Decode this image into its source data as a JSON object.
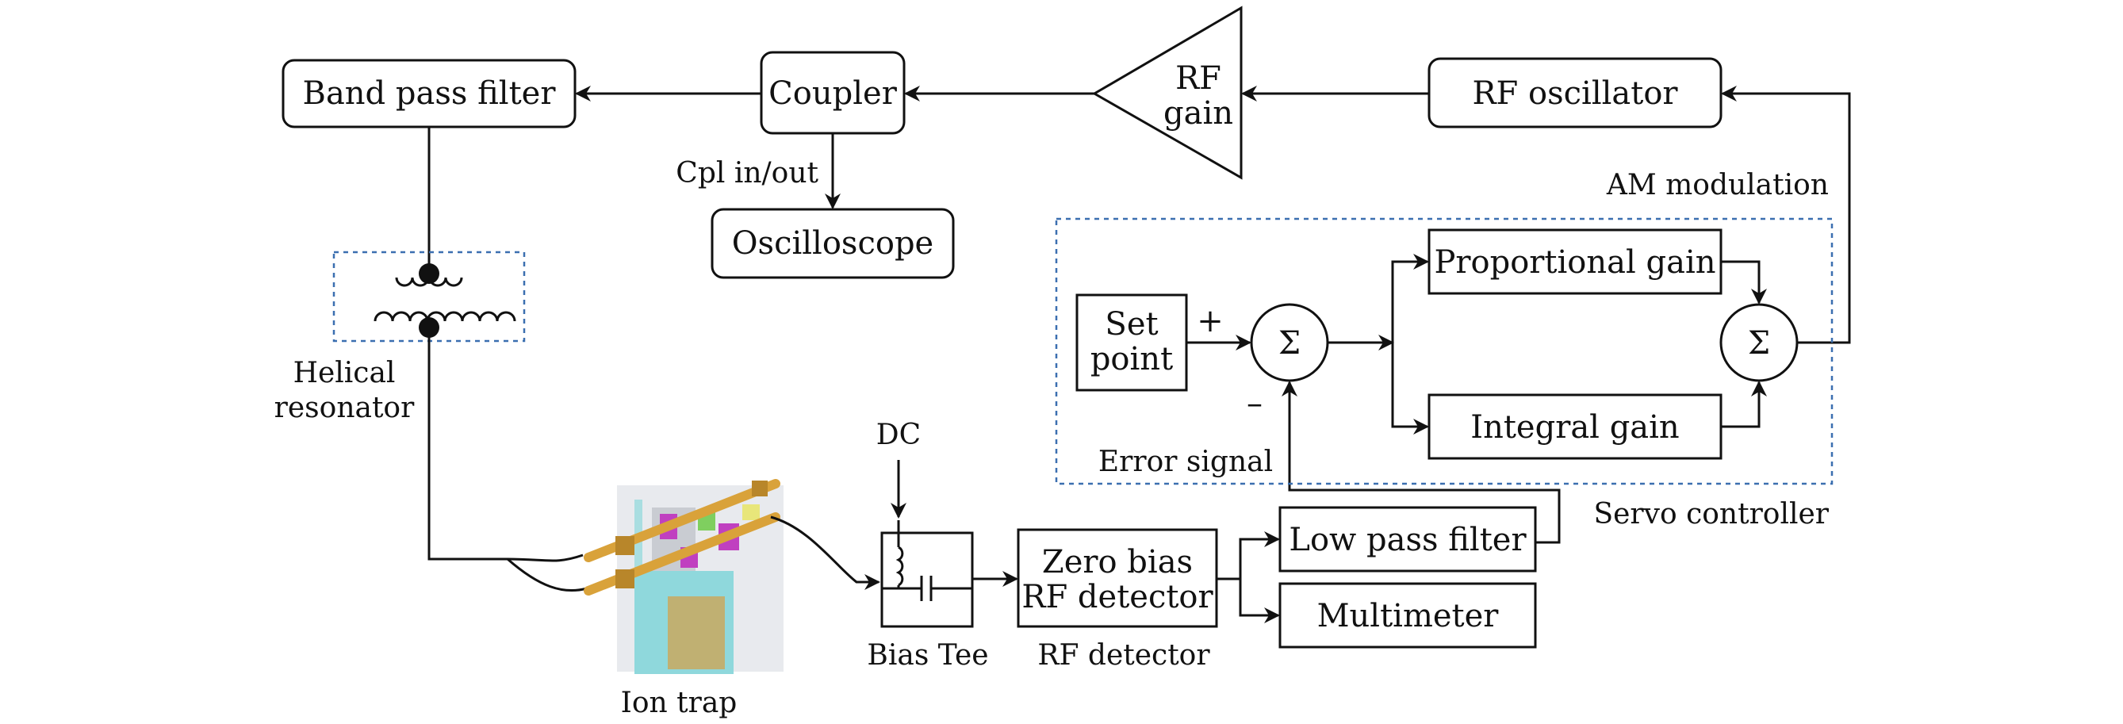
{
  "nodes": {
    "band_pass_filter": "Band pass filter",
    "coupler": "Coupler",
    "rf_gain_1": "RF",
    "rf_gain_2": "gain",
    "rf_oscillator": "RF oscillator",
    "oscilloscope": "Oscilloscope",
    "set_point_1": "Set",
    "set_point_2": "point",
    "sum_symbol": "Σ",
    "proportional_gain": "Proportional gain",
    "integral_gain": "Integral gain",
    "zero_bias_1": "Zero bias",
    "zero_bias_2": "RF detector",
    "low_pass_filter": "Low pass filter",
    "multimeter": "Multimeter"
  },
  "labels": {
    "cpl": "Cpl in/out",
    "am_modulation": "AM modulation",
    "helical_1": "Helical",
    "helical_2": "resonator",
    "ion_trap": "Ion trap",
    "dc": "DC",
    "bias_tee": "Bias Tee",
    "rf_detector": "RF detector",
    "error_signal": "Error signal",
    "servo_controller": "Servo controller",
    "plus": "+",
    "minus": "–"
  },
  "colors": {
    "line": "#111111",
    "dashed_box": "#3b6fb0",
    "trap_cyan": "#8fd8dc",
    "trap_gold": "#d9a23a",
    "trap_magenta": "#c040c0",
    "trap_green": "#7fcf5f"
  }
}
